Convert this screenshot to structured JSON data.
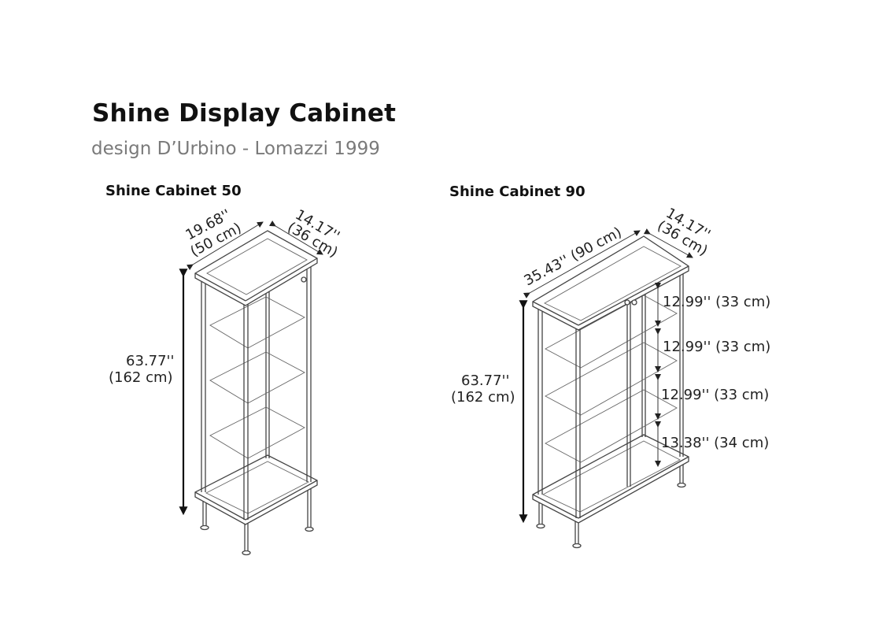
{
  "header": {
    "title": "Shine Display Cabinet",
    "subtitle": "design D’Urbino - Lomazzi 1999"
  },
  "cabinet_50": {
    "label": "Shine Cabinet 50",
    "width_in": "19.68''",
    "width_cm": "(50 cm)",
    "depth_in": "14.17''",
    "depth_cm": "(36 cm)",
    "height_in": "63.77''",
    "height_cm": "(162 cm)"
  },
  "cabinet_90": {
    "label": "Shine Cabinet 90",
    "width": "35.43'' (90 cm)",
    "depth_in": "14.17''",
    "depth_cm": "(36 cm)",
    "height_in": "63.77''",
    "height_cm": "(162 cm)",
    "shelf_gaps": [
      "12.99'' (33 cm)",
      "12.99'' (33 cm)",
      "12.99'' (33 cm)",
      "13.38'' (34 cm)"
    ]
  }
}
